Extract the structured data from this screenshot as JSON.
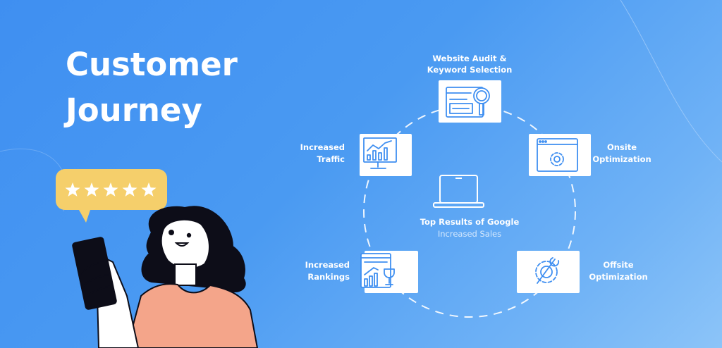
{
  "title": {
    "line1": "Customer",
    "line2": "Journey"
  },
  "rating_bubble": {
    "stars": 5,
    "color": "#f5cf6b"
  },
  "center": {
    "title": "Top Results of Google",
    "subtitle": "Increased Sales",
    "icon": "laptop-icon"
  },
  "steps": [
    {
      "line1": "Website Audit &",
      "line2": "Keyword Selection",
      "icon": "website-search-icon"
    },
    {
      "line1": "Onsite",
      "line2": "Optimization",
      "icon": "browser-gear-icon"
    },
    {
      "line1": "Offsite",
      "line2": "Optimization",
      "icon": "gear-wrench-icon"
    },
    {
      "line1": "Increased",
      "line2": "Rankings",
      "icon": "chart-trophy-icon"
    },
    {
      "line1": "Increased",
      "line2": "Traffic",
      "icon": "monitor-chart-icon"
    }
  ],
  "colors": {
    "background": "#3f8ff1",
    "accent": "#3f8ff1",
    "shirt": "#f4a58a",
    "hair": "#0d0d18"
  }
}
